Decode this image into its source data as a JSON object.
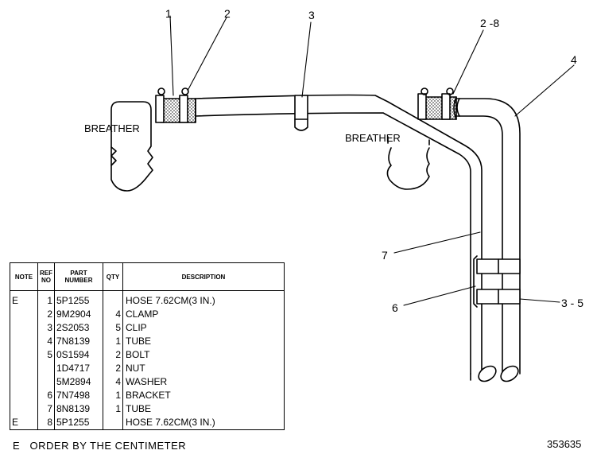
{
  "callouts": {
    "c1": "1",
    "c2": "2",
    "c3": "3",
    "c2_8": "2 -8",
    "c4": "4",
    "c7": "7",
    "c6": "6",
    "c3_5": "3 - 5"
  },
  "breather_labels": {
    "left": "BREATHER",
    "right": "BREATHER"
  },
  "parts_table": {
    "headers": {
      "note": "NOTE",
      "ref_no": "REF NO",
      "part_number": "PART NUMBER",
      "qty": "QTY",
      "description": "DESCRIPTION"
    },
    "rows": [
      {
        "note": "E",
        "ref": "1",
        "part": "5P1255",
        "qty": "",
        "desc": "HOSE 7.62CM(3 IN.)"
      },
      {
        "note": "",
        "ref": "2",
        "part": "9M2904",
        "qty": "4",
        "desc": "CLAMP"
      },
      {
        "note": "",
        "ref": "3",
        "part": "2S2053",
        "qty": "5",
        "desc": "CLIP"
      },
      {
        "note": "",
        "ref": "4",
        "part": "7N8139",
        "qty": "1",
        "desc": "TUBE"
      },
      {
        "note": "",
        "ref": "5",
        "part": "0S1594",
        "qty": "2",
        "desc": "BOLT"
      },
      {
        "note": "",
        "ref": "",
        "part": "1D4717",
        "qty": "2",
        "desc": "NUT"
      },
      {
        "note": "",
        "ref": "",
        "part": "5M2894",
        "qty": "4",
        "desc": "WASHER"
      },
      {
        "note": "",
        "ref": "6",
        "part": "7N7498",
        "qty": "1",
        "desc": "BRACKET"
      },
      {
        "note": "",
        "ref": "7",
        "part": "8N8139",
        "qty": "1",
        "desc": "TUBE"
      },
      {
        "note": "E",
        "ref": "8",
        "part": "5P1255",
        "qty": "",
        "desc": "HOSE 7.62CM(3 IN.)"
      }
    ]
  },
  "footnote": "E   ORDER BY THE CENTIMETER",
  "drawing_number": "353635"
}
